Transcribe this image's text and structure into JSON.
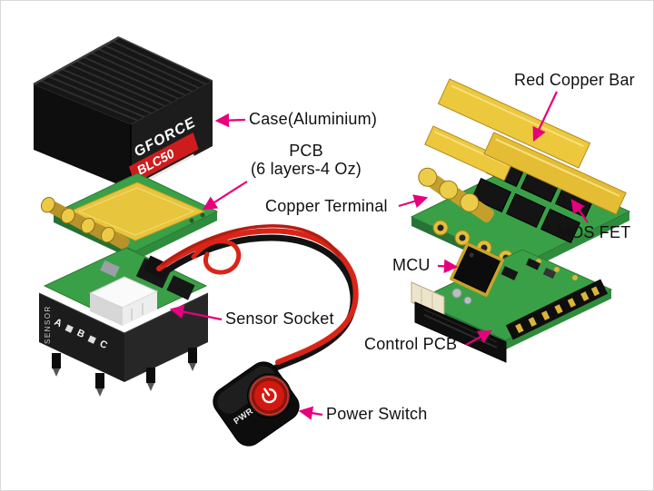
{
  "labels": {
    "case": "Case(Aluminium)",
    "pcb_line1": "PCB",
    "pcb_line2": "(6 layers-4 Oz)",
    "copper_terminal": "Copper Terminal",
    "sensor_socket": "Sensor Socket",
    "power_switch": "Power Switch",
    "red_copper_bar": "Red Copper Bar",
    "mos_fet": "MOS FET",
    "mcu": "MCU",
    "control_pcb": "Control PCB"
  },
  "device_text": {
    "brand": "GFORCE",
    "model": "BLC50",
    "pwr": "PWR",
    "sensor": "SENSOR",
    "port_a": "A",
    "port_b": "B",
    "port_c": "C"
  },
  "colors": {
    "callout": "#e6007d",
    "pcb_green": "#3aa047",
    "copper_gold": "#e7c53c",
    "wire_red": "#da2418",
    "case_black": "#151515",
    "power_button_red": "#d2190f"
  }
}
